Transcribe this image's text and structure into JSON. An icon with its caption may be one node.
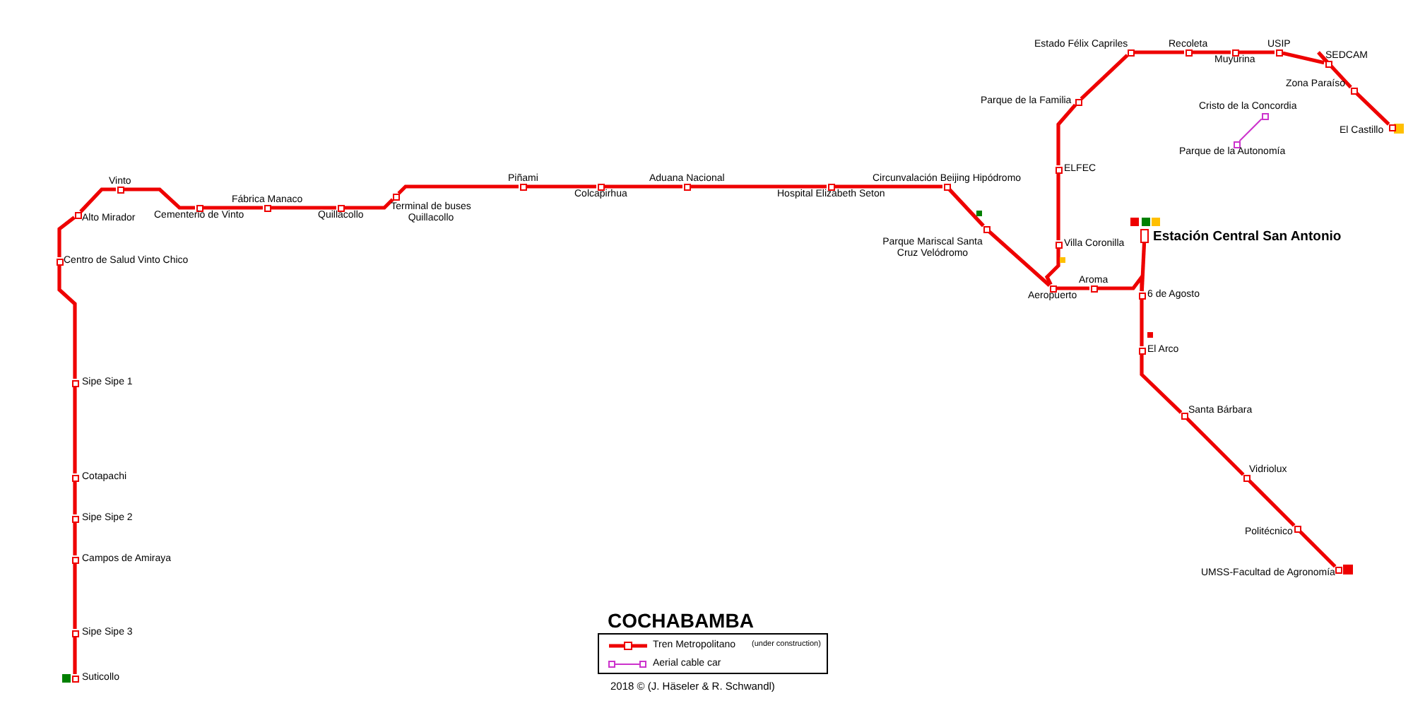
{
  "diagram": {
    "title": "COCHABAMBA",
    "nodes": [
      {
        "text": [
          "Suticollo"
        ]
      },
      {
        "text": [
          "Sipe Sipe 3"
        ]
      },
      {
        "text": [
          "Campos de Amiraya"
        ]
      },
      {
        "text": [
          "Sipe Sipe 2"
        ]
      },
      {
        "text": [
          "Cotapachi"
        ]
      },
      {
        "text": [
          "Sipe Sipe 1"
        ]
      },
      {
        "text": [
          "Centro de Salud Vinto Chico"
        ]
      },
      {
        "text": [
          "Alto Mirador"
        ]
      },
      {
        "text": [
          "Vinto"
        ]
      },
      {
        "text": [
          "Cementerio de Vinto"
        ]
      },
      {
        "text": [
          "Fábrica Manaco"
        ]
      },
      {
        "text": [
          "Quillacollo"
        ]
      },
      {
        "text": [
          "Terminal de buses Quillacollo"
        ]
      },
      {
        "text": [
          "Piñami"
        ]
      },
      {
        "text": [
          "Colcapirhua"
        ]
      },
      {
        "text": [
          "Aduana Nacional"
        ]
      },
      {
        "text": [
          "Hospital Elizabeth Seton"
        ]
      },
      {
        "text": [
          "Circunvalación Beijing Hipódromo"
        ]
      },
      {
        "text": [
          "Parque Mariscal Santa Cruz Velódromo"
        ]
      },
      {
        "text": [
          "Aeropuerto"
        ]
      },
      {
        "text": [
          "Aroma"
        ]
      },
      {
        "text": [
          "Villa Coronilla"
        ]
      },
      {
        "text": [
          "ELFEC"
        ]
      },
      {
        "text": [
          "Parque de la Familia"
        ]
      },
      {
        "text": [
          "Estado Félix Capriles"
        ]
      },
      {
        "text": [
          "Recoleta"
        ]
      },
      {
        "text": [
          "Muyurina"
        ]
      },
      {
        "text": [
          "USIP"
        ]
      },
      {
        "text": [
          "SEDCAM"
        ]
      },
      {
        "text": [
          "Zona Paraíso"
        ]
      },
      {
        "text": [
          "El Castillo"
        ]
      },
      {
        "text": [
          "Estación Central San Antonio"
        ]
      },
      {
        "text": [
          "6 de Agosto"
        ]
      },
      {
        "text": [
          "El Arco"
        ]
      },
      {
        "text": [
          "Santa Bárbara"
        ]
      },
      {
        "text": [
          "Vidriolux"
        ]
      },
      {
        "text": [
          "Politécnico"
        ]
      },
      {
        "text": [
          "UMSS-Facultad de Agronomía"
        ]
      },
      {
        "text": [
          "Cristo de la Concordia"
        ]
      },
      {
        "text": [
          "Parque de la Autonomía"
        ]
      }
    ],
    "edges": [
      {
        "from": 0,
        "to": 1,
        "arrow": "none"
      },
      {
        "from": 1,
        "to": 2,
        "arrow": "none"
      },
      {
        "from": 2,
        "to": 3,
        "arrow": "none"
      },
      {
        "from": 3,
        "to": 4,
        "arrow": "none"
      },
      {
        "from": 4,
        "to": 5,
        "arrow": "none"
      },
      {
        "from": 5,
        "to": 6,
        "arrow": "none"
      },
      {
        "from": 6,
        "to": 7,
        "arrow": "none"
      },
      {
        "from": 7,
        "to": 8,
        "arrow": "none"
      },
      {
        "from": 8,
        "to": 9,
        "arrow": "none"
      },
      {
        "from": 9,
        "to": 10,
        "arrow": "none"
      },
      {
        "from": 10,
        "to": 11,
        "arrow": "none"
      },
      {
        "from": 11,
        "to": 12,
        "arrow": "none"
      },
      {
        "from": 12,
        "to": 13,
        "arrow": "none"
      },
      {
        "from": 13,
        "to": 14,
        "arrow": "none"
      },
      {
        "from": 14,
        "to": 15,
        "arrow": "none"
      },
      {
        "from": 15,
        "to": 16,
        "arrow": "none"
      },
      {
        "from": 16,
        "to": 17,
        "arrow": "none"
      },
      {
        "from": 17,
        "to": 18,
        "arrow": "none"
      },
      {
        "from": 18,
        "to": 19,
        "arrow": "none"
      },
      {
        "from": 19,
        "to": 21,
        "arrow": "none"
      },
      {
        "from": 21,
        "to": 22,
        "arrow": "none"
      },
      {
        "from": 22,
        "to": 23,
        "arrow": "none"
      },
      {
        "from": 23,
        "to": 24,
        "arrow": "none"
      },
      {
        "from": 24,
        "to": 25,
        "arrow": "none"
      },
      {
        "from": 25,
        "to": 26,
        "arrow": "none"
      },
      {
        "from": 26,
        "to": 27,
        "arrow": "none"
      },
      {
        "from": 27,
        "to": 28,
        "arrow": "none"
      },
      {
        "from": 28,
        "to": 29,
        "arrow": "none"
      },
      {
        "from": 29,
        "to": 30,
        "arrow": "none"
      },
      {
        "from": 19,
        "to": 20,
        "arrow": "none"
      },
      {
        "from": 20,
        "to": 32,
        "arrow": "none"
      },
      {
        "from": 31,
        "to": 32,
        "arrow": "none"
      },
      {
        "from": 32,
        "to": 33,
        "arrow": "none"
      },
      {
        "from": 33,
        "to": 34,
        "arrow": "none"
      },
      {
        "from": 34,
        "to": 35,
        "arrow": "none"
      },
      {
        "from": 35,
        "to": 36,
        "arrow": "none"
      },
      {
        "from": 36,
        "to": 37,
        "arrow": "none"
      },
      {
        "from": 38,
        "to": 39,
        "arrow": "none",
        "color": "#cc33cc"
      }
    ],
    "labels": [
      "(under construction)",
      "2018 © (J. Häseler & R. Schwandl)"
    ],
    "legend": [
      {
        "text": "Tren Metropolitano"
      },
      {
        "text": "Aerial cable car"
      }
    ]
  }
}
